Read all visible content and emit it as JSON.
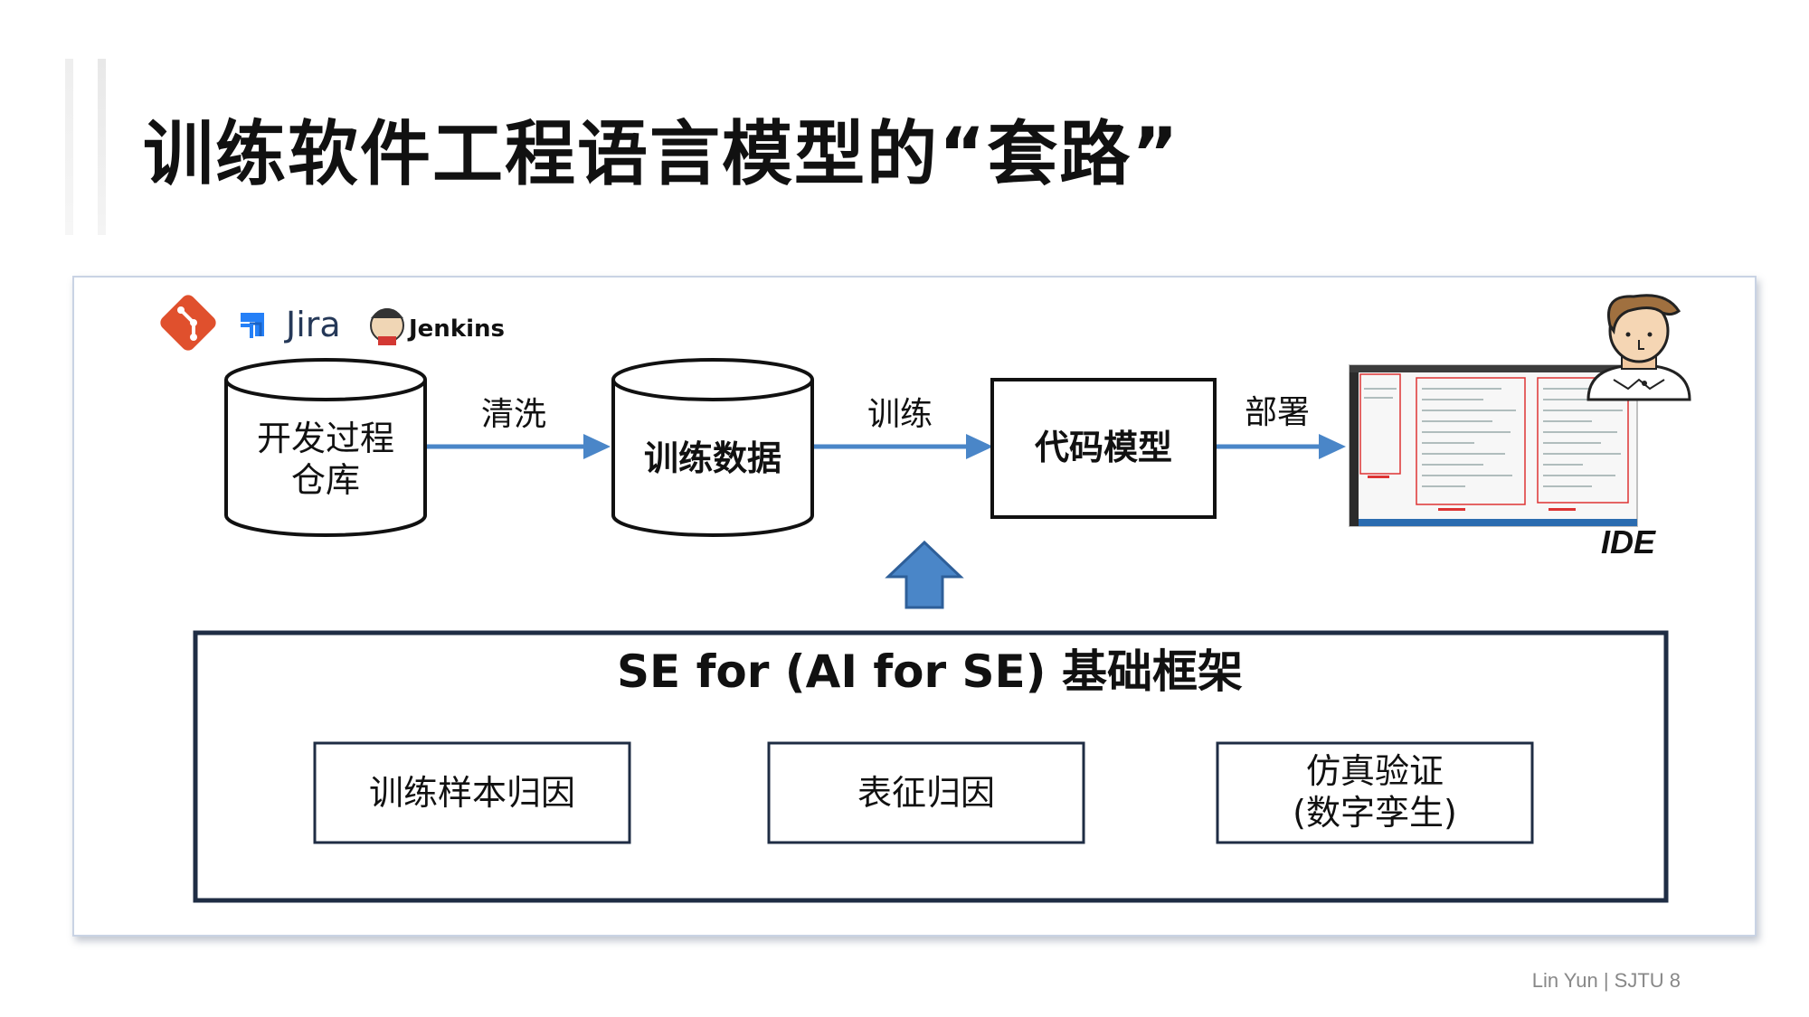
{
  "slide": {
    "title": "训练软件工程语言模型的“套路”",
    "footer": "Lin Yun | SJTU 8"
  },
  "logos": {
    "git": "git-icon",
    "jira_label": "Jira",
    "jenkins_label": "Jenkins"
  },
  "pipeline": {
    "repo": [
      "开发过程",
      "仓库"
    ],
    "arrow1": "清洗",
    "data": "训练数据",
    "arrow2": "训练",
    "model": "代码模型",
    "arrow3": "部署",
    "ide": "IDE"
  },
  "framework": {
    "title": "SE for (AI for SE) 基础框架",
    "box1": "训练样本归因",
    "box2": "表征归因",
    "box3": [
      "仿真验证",
      "(数字孪生)"
    ]
  },
  "colors": {
    "arrow": "#4a86c8",
    "arrow_dark": "#2e5f99",
    "frame": "#1f2d44",
    "git": "#e0502d",
    "jira": "#2580f7"
  }
}
